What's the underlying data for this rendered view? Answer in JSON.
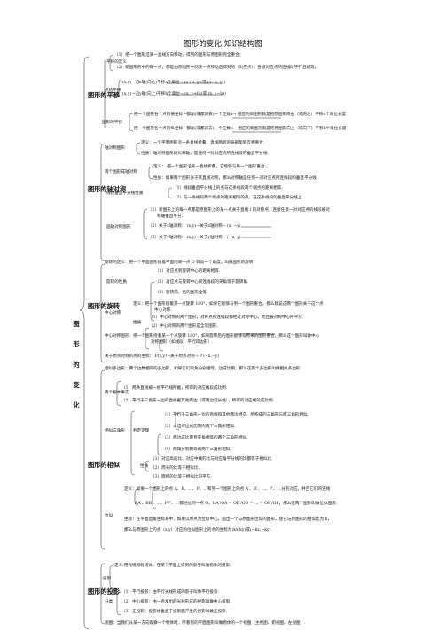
{
  "title": "图形的变化 知识结构图",
  "root": [
    "图",
    "形",
    "的",
    "变",
    "化"
  ],
  "translation": {
    "heading": "图形的平移",
    "elements": "平移的定义",
    "def1": "（1）把一个图形沿某一直线方向移动，得到的图形与原图形完全重合；",
    "def2": "（2）新图形的中的每一点，都是由原图形中的某一点移动后得到的（对应点），各组对应点的连线段平行且相等。",
    "point_label": "点的平移",
    "pt1": "(x,y) ─沿x轴(向右)平移a个单位→ (x+a, y)(或 (x−a, y))",
    "pt2": "(x,y) ─沿y轴(向上)平移b个单位→ (x, y+b)(或 (x, y−b))",
    "shape_label": "图形的平移",
    "sh1": "把一个图形各个点的横坐标 ─都加(或都减去)一个正数a→ 相应的新图形就是把原图形向右（或向左）平移a个单位长度",
    "sh2": "把一个图形各个点的纵坐标 ─都加(或都减去)一个正数b→ 相应的新图形就是把原图形向上（或向下）平移b个单位长度"
  },
  "symmetry": {
    "heading": "图形的轴对称",
    "axis_label": "轴对称图形",
    "a1": "定义：一个平面图形沿一条直线折叠，直线两旁的局部能够互相重合.",
    "a2": "性质：轴对称图形的对称轴，是任何一对对应点所连线段的垂直平分线.",
    "two_label": "两个图形成轴对称",
    "b1": "定义：   把一个图形沿某一直线折叠，它能够与另一个图形重合.",
    "b2": "性质：如果两个图形关于某直线对称，那么对称轴是任何一对对应点所连线段的垂直平分线.",
    "perp_label": "线段垂直平分线性质",
    "c1": "（1）线段垂直平分线上的点与这条线段两个端点的距离相等;",
    "c2": "（2）与一条线段两个端点的距离相等的点，在这条线段的垂直平分线上.",
    "coord_label": "画轴对称图形",
    "d1": "（1）新图形上的每一点都是原图形上的某一点关于直线 l 的对称点，连接任意一对对应点的线段被对",
    "d1b": "称轴垂直平分.",
    "d2": "（2）关于x轴对称： (x,y) ─关于x轴对称→ (x, −y)",
    "d3": "（3）关于y轴对称： (x,y) ─关于y轴对称→ (−x, y)"
  },
  "rotation": {
    "heading": "图形的旋转",
    "r1": "旋转的定义：把一个平面图形绕着平面内某一点 O 转动一个角度，叫做图形的旋转.",
    "prop_label": "旋转的性质",
    "p1": "（1）对应点到旋转中心的距离相等.",
    "p2": "（2）对应点与旋转中心所连线段的夹角等于旋转角.",
    "p3": "（3）旋转前、后的图形全等.",
    "cs_label": "中心对称",
    "cs1": "定义：把一个图形绕着某一点旋转 180°，如果它能够与另一个图形重合，那么就说这两个图形关于这个点",
    "cs1b": "中心对称.",
    "cs_prop": "性质",
    "cs2": "（1）中心对称的两个图形，对称点所连线段都经过对称中心，而且被对称中心所平分.",
    "cs3": "（2）中心对称的两个图形是全等图形.",
    "csf": "中心对称图形：把一个图形绕着某一个点旋转 180°，如果旋转后的图形能够与原来的图形重合，那么这个图形叫做中心",
    "csfb": "对称图形（如线段、平行四边形）.",
    "origin": "关于原点对称的点的坐标：  P(x,y) ─关于原点对称→ P′(−x,−y)"
  },
  "similar": {
    "heading": "图形的相似",
    "s1": "相似多边形：两个边数相同的多边形，如果它们的角分别相等，边成比例，那么这两个多边形叫做相似多边形.",
    "basic_label": "两个根本事实",
    "b1": "（1）两条直线被一组平行线所截，所得的对应线段成比例.",
    "b2": "（2）平行于三角形一边的直线截其他两边（或两边延长线），所得的对应线段成比例.",
    "tri_label": "相似三角形",
    "judge_label": "判定定理",
    "j1": "（1）平行于三角形一边的直线和其他两边相交，所构成的三角形与原三角形相似.",
    "j2": "（2）三边对应成比例的两个三角形相似.",
    "j3": "（3）两边成比例且夹角相等的两个三角形相似.",
    "j4": "（4）两角分别相等的两个三角形相似.",
    "nature_label": "性质",
    "n1": "（1）对应高的比、对应中线的比与对应角平分线的比都等于相似比.",
    "n2": "（2）周长的比等于相似比.",
    "n3": "（3）面积的比等于相似比的平方.",
    "pos_label": "位似",
    "ps1": "定义：如果一个图形上的点 A、B、…、P、…和另一个图形上的点 A′、B′、…、P′、…分别对应，并且它们的连线",
    "ps1b": "AA′、BB′、…、PP′、…都经过同一点 O，OA′/OA = OB′/OB = … = OP′/OP，那么这两个图形叫做位似图形.",
    "ps2": "坐标：在平面直角坐标系中，如果以原点为位似中心，画出一个与原图形位似的图形，使它与原图形的相似比为 k，",
    "ps2b": "那么与原图形上的点（x,y）对应的位似图形上的点的坐标为(kx,ky)或(−kx,−ky)."
  },
  "projection": {
    "heading": "图形的投影",
    "pj_label": "投影",
    "q1": "定义:用光线照射物体，在某个平面上得到的影子叫做物体的投影.",
    "cls_label": "分类",
    "q2": "（1）平行投影：由平行光线形成的影子叫做平行投影.",
    "q3": "（2）中心投影：由一点发出的光线形成的投影叫做中心投影.",
    "q4": "（3）正投影：投影线垂直于投影面产生的投影叫做正投影.",
    "view": "视图：当我们从某一方向观察一个物体时，所看到的平面图形叫做物体的一个视图（主视图、俯视图、左视图）."
  }
}
